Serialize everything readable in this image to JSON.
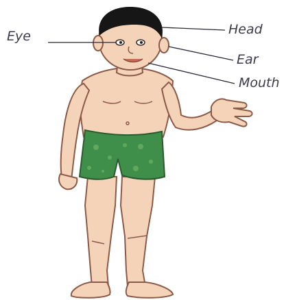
{
  "labels": {
    "eye": "Eye",
    "head": "Head",
    "ear": "Ear",
    "mouth": "Mouth"
  },
  "colors": {
    "skin": "#f4d3b8",
    "outline": "#8a5a48",
    "hair": "#161616",
    "shorts": "#3f8f4a",
    "label_text": "#3a3a4a",
    "leader_line": "#2a2a3a"
  }
}
